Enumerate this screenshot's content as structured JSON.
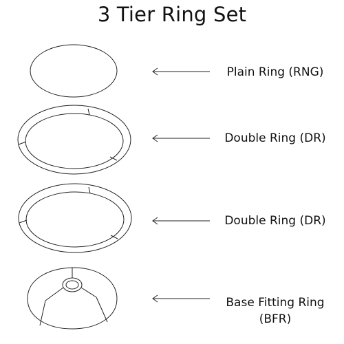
{
  "title": "3 Tier Ring Set",
  "parts": [
    {
      "label": "Plain Ring (RNG)"
    },
    {
      "label": "Double Ring (DR)"
    },
    {
      "label": "Double Ring (DR)"
    },
    {
      "label_line1": "Base Fitting Ring",
      "label_line2": "(BFR)"
    }
  ]
}
